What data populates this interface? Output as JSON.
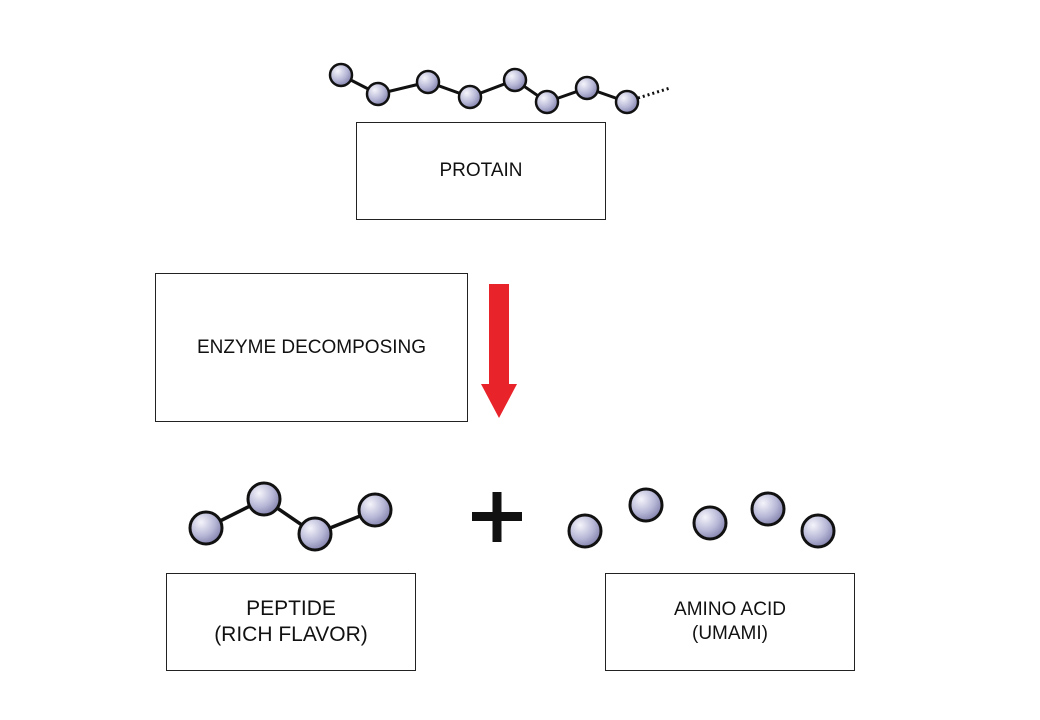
{
  "protein": {
    "label": "PROTAIN"
  },
  "enzyme": {
    "label": "ENZYME DECOMPOSING"
  },
  "peptide": {
    "line1": "PEPTIDE",
    "line2": "(RICH FLAVOR)"
  },
  "amino_acid": {
    "line1": "AMINO ACID",
    "line2": "(UMAMI)"
  },
  "colors": {
    "arrow": "#e8232a",
    "bead_light": "#f4f4fb",
    "bead_dark": "#7d7daa",
    "outline": "#111111"
  }
}
